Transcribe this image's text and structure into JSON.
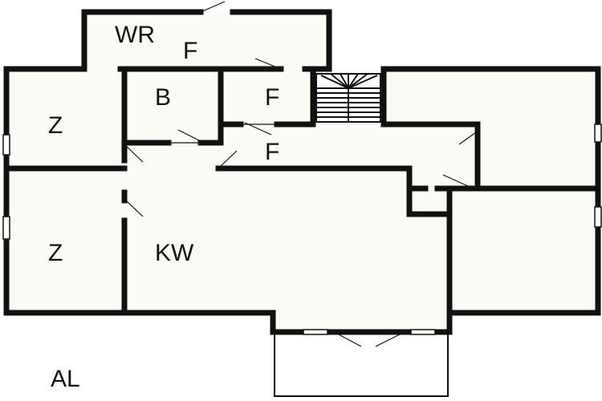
{
  "floor_plan": {
    "rooms": {
      "wr": "WR",
      "f_top": "F",
      "b": "B",
      "f_mid": "F",
      "f_hall": "F",
      "z_upper": "Z",
      "z_lower": "Z",
      "kw": "KW",
      "al": "AL"
    },
    "colors": {
      "wall": "#111111",
      "floor": "#fbfbf6",
      "background": "#ffffff"
    }
  }
}
